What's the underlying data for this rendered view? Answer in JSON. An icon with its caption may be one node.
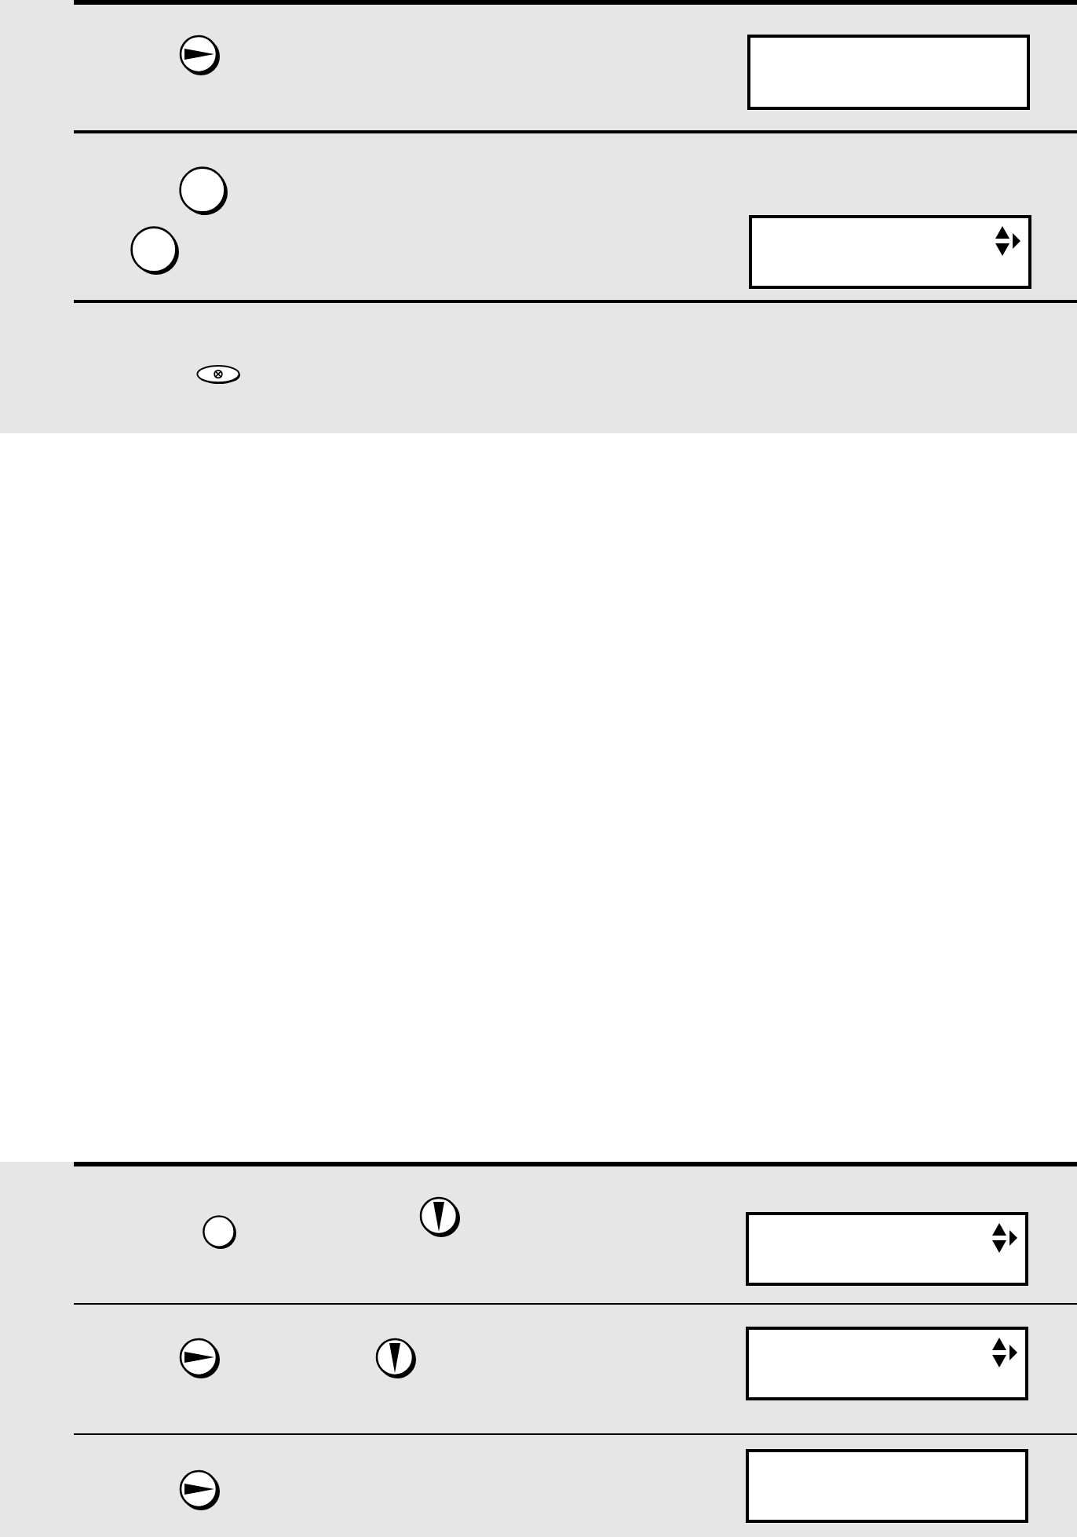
{
  "diagram": {
    "nodes": [
      {
        "text": [],
        "shape": "band"
      },
      {
        "text": [],
        "shape": "box",
        "in": 0
      },
      {
        "text": [],
        "shape": "box",
        "in": 0
      },
      {
        "text": [],
        "shape": "band"
      },
      {
        "text": [],
        "shape": "box",
        "in": 3
      },
      {
        "text": [],
        "shape": "box",
        "in": 3
      },
      {
        "text": [],
        "shape": "box",
        "in": 3
      }
    ]
  }
}
